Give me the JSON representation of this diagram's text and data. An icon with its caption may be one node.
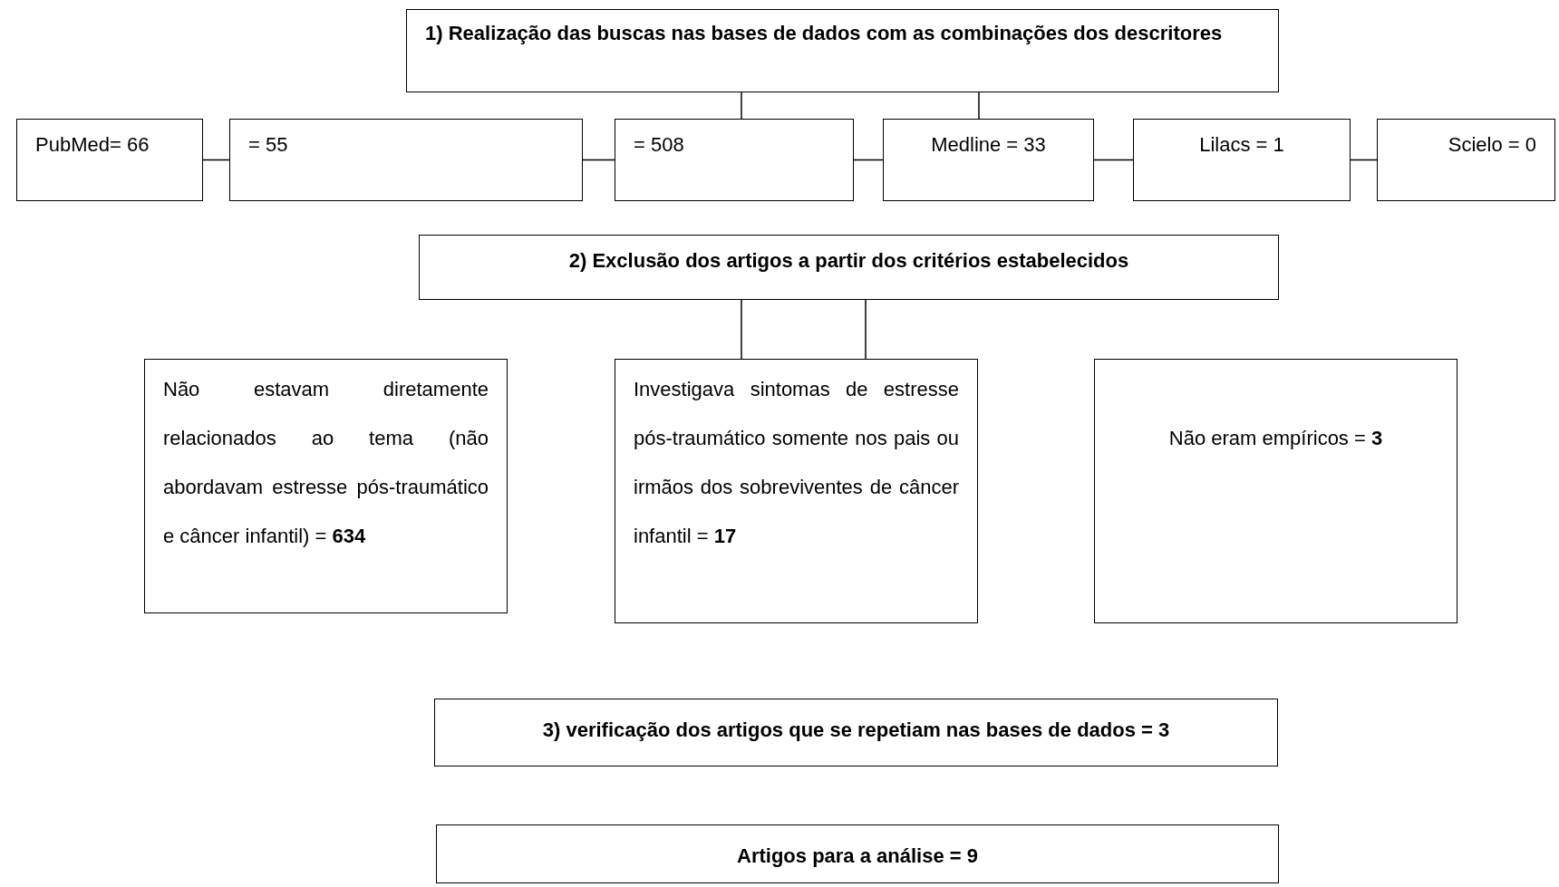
{
  "diagram": {
    "nodes": [
      {
        "text": [
          "**1**) **Realização das buscas nas bases de dados com as combinações dos descritores**"
        ]
      },
      {
        "text": [
          "PubMed= 66"
        ]
      },
      {
        "text": [
          "= 55"
        ]
      },
      {
        "text": [
          "= 508"
        ]
      },
      {
        "text": [
          "Medline = 33"
        ]
      },
      {
        "text": [
          "Lilacs = 1"
        ]
      },
      {
        "text": [
          "Scielo = 0"
        ]
      },
      {
        "text": [
          "2) Exclusão dos artigos a partir dos critérios estabelecidos"
        ]
      },
      {
        "text": [
          "Não estavam diretamente relacionados ao tema (não abordavam estresse pós-traumático e câncer infantil) = **634**"
        ]
      },
      {
        "text": [
          "Investigava sintomas de estresse pós-traumático somente nos pais ou irmãos dos sobreviventes de câncer infantil = **17**"
        ]
      },
      {
        "text": [
          "Não eram empíricos = **3**"
        ]
      },
      {
        "text": [
          "3) verificação dos artigos que se repetiam nas bases de dados = 3"
        ]
      },
      {
        "text": [
          "Artigos para a análise = 9"
        ]
      }
    ],
    "edges": [
      {
        "from": 0,
        "to": 3,
        "arrow": "none"
      },
      {
        "from": 0,
        "to": 4,
        "arrow": "none"
      },
      {
        "from": 1,
        "to": 2,
        "arrow": "none"
      },
      {
        "from": 2,
        "to": 3,
        "arrow": "none"
      },
      {
        "from": 3,
        "to": 4,
        "arrow": "none"
      },
      {
        "from": 4,
        "to": 5,
        "arrow": "none"
      },
      {
        "from": 5,
        "to": 6,
        "arrow": "none"
      },
      {
        "from": 7,
        "to": 9,
        "arrow": "none"
      },
      {
        "from": 7,
        "to": 9,
        "arrow": "none"
      }
    ]
  }
}
